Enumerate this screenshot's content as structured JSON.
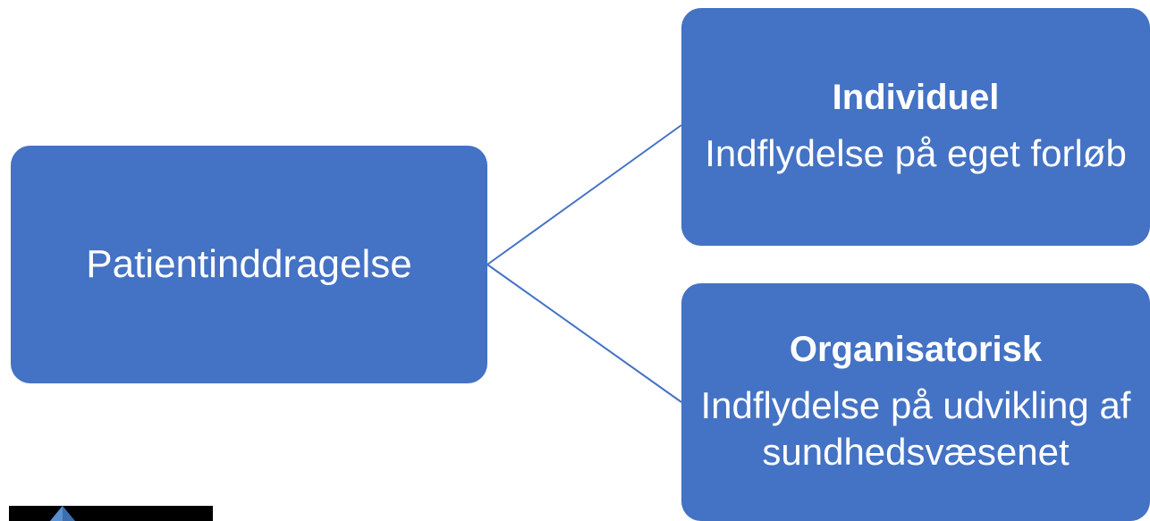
{
  "diagram": {
    "root": {
      "label": "Patientinddragelse"
    },
    "children": [
      {
        "title": "Individuel",
        "description": "Indflydelse på eget forløb"
      },
      {
        "title": "Organisatorisk",
        "description": "Indflydelse på udvikling af sundhedsvæsenet"
      }
    ]
  },
  "colors": {
    "box_fill": "#4472c4",
    "connector": "#4472c4",
    "text": "#ffffff",
    "background": "#ffffff"
  },
  "logo": {
    "icon": "diamond-logo-icon"
  }
}
